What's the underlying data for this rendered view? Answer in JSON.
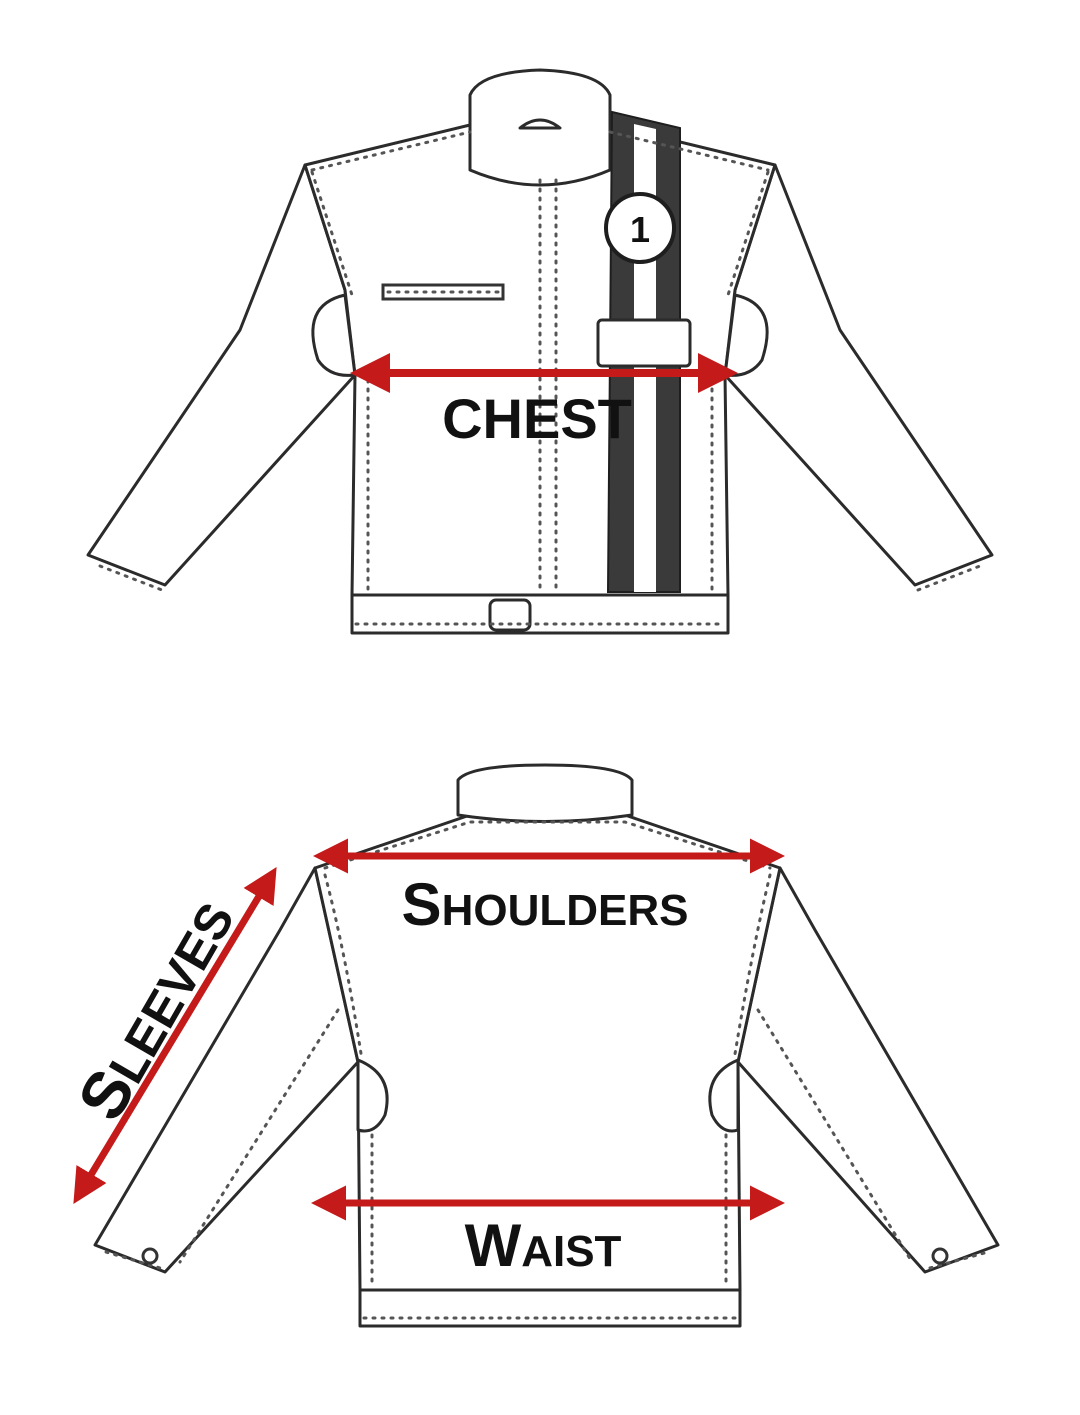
{
  "colors": {
    "arrow": "#c41a1a",
    "outline": "#2b2b2b",
    "stripe": "#3a3a3a",
    "background": "#ffffff"
  },
  "front": {
    "badge_number": "1",
    "chest_label": "CHEST"
  },
  "back": {
    "shoulders_cap": "S",
    "shoulders_rest": "HOULDERS",
    "waist_cap": "W",
    "waist_rest": "AIST",
    "sleeves_cap": "S",
    "sleeves_rest": "LEEVES"
  }
}
